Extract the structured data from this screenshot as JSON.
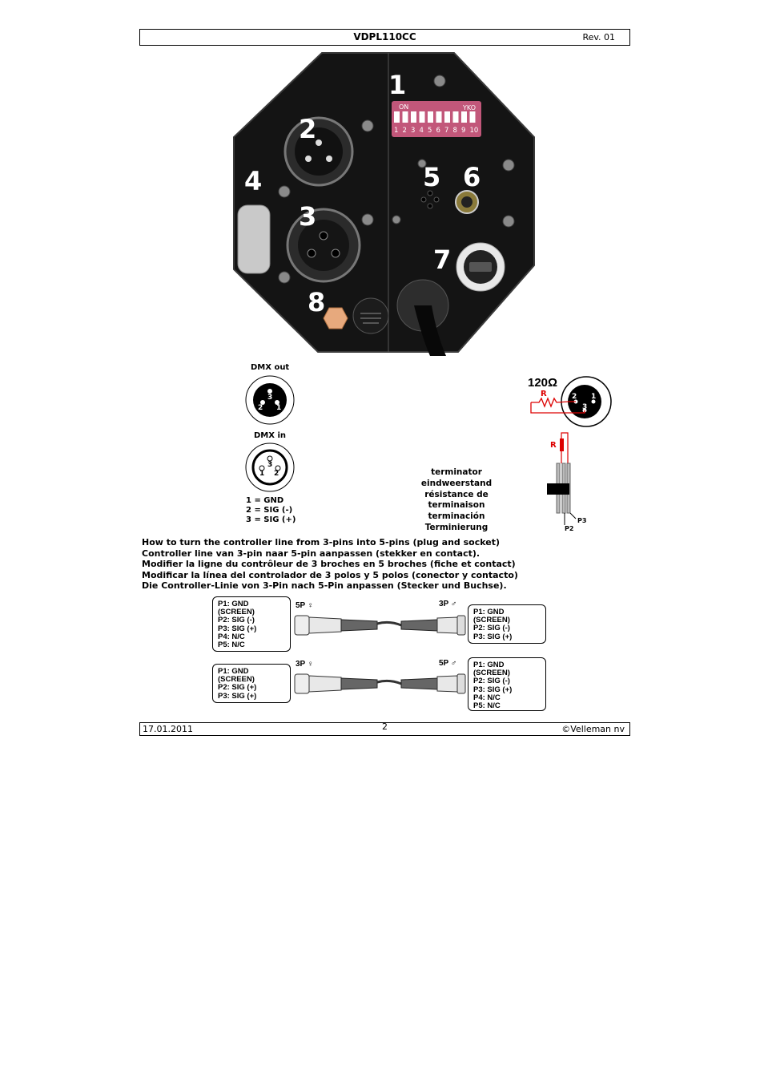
{
  "header": {
    "model": "VDPL110CC",
    "revision": "Rev. 01"
  },
  "photo": {
    "callouts": [
      "1",
      "2",
      "3",
      "4",
      "5",
      "6",
      "7",
      "8"
    ],
    "dip_switch": {
      "on_label": "ON",
      "brand": "YKO",
      "numbers": [
        "1",
        "2",
        "3",
        "4",
        "5",
        "6",
        "7",
        "8",
        "9",
        "10"
      ]
    }
  },
  "dmx": {
    "out_label": "DMX out",
    "in_label": "DMX in",
    "out_pins": [
      "3",
      "2",
      "1"
    ],
    "in_pins": [
      "3",
      "1",
      "2"
    ],
    "legend": [
      "1 = GND",
      "2 = SIG (-)",
      "3 = SIG (+)"
    ]
  },
  "terminator": {
    "lines": [
      "terminator",
      "eindweerstand",
      "résistance de",
      "terminaison",
      "terminación",
      "Terminierung"
    ],
    "resistance": "120Ω",
    "r_label": "R",
    "r_label_2": "R",
    "pins": [
      "2",
      "1",
      "3"
    ],
    "p3": "P3",
    "p2": "P2"
  },
  "instructions": [
    "How to turn the controller line from 3-pins into 5-pins (plug and socket)",
    "Controller line van 3-pin naar 5-pin aanpassen (stekker en contact).",
    "Modifier la ligne du contrôleur de 3 broches en 5 broches (fiche et contact)",
    "Modificar la línea del controlador de 3 polos y 5 polos (conector y contacto)",
    "Die Controller-Linie von 3-Pin nach 5-Pin anpassen (Stecker und Buchse)."
  ],
  "adapters": {
    "top": {
      "left_tag": "5P ♀",
      "right_tag": "3P ♂",
      "left_pins": [
        "P1: GND (SCREEN)",
        "P2: SIG (-)",
        "P3: SIG (+)",
        "P4: N/C",
        "P5: N/C"
      ],
      "right_pins": [
        "P1: GND (SCREEN)",
        "P2: SIG (-)",
        "P3: SIG (+)"
      ]
    },
    "bottom": {
      "left_tag": "3P ♀",
      "right_tag": "5P ♂",
      "left_pins": [
        "P1: GND (SCREEN)",
        "P2: SIG (+)",
        "P3: SIG (+)"
      ],
      "right_pins": [
        "P1: GND (SCREEN)",
        "P2: SIG (-)",
        "P3: SIG (+)",
        "P4: N/C",
        "P5: N/C"
      ]
    }
  },
  "footer": {
    "date": "17.01.2011",
    "page": "2",
    "copyright": "©Velleman nv"
  }
}
